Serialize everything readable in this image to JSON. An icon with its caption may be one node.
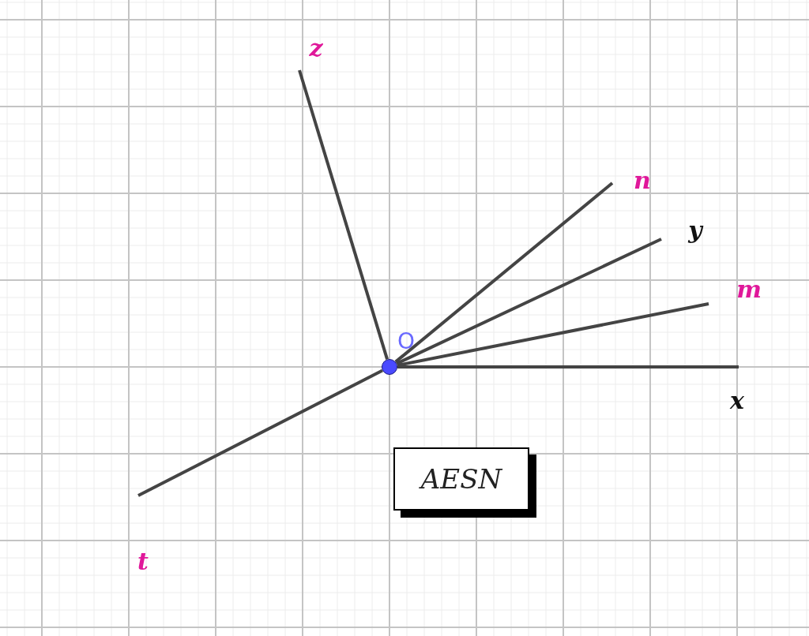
{
  "diagram": {
    "nodes": [
      {
        "text": [],
        "shape": "circle",
        "beside": [
          "O"
        ]
      },
      {
        "text": [
          "x"
        ]
      },
      {
        "text": [
          "m"
        ]
      },
      {
        "text": [
          "y"
        ]
      },
      {
        "text": [
          "n"
        ]
      },
      {
        "text": [
          "z"
        ]
      },
      {
        "text": [
          "t"
        ]
      }
    ],
    "edges": [
      {
        "from": 0,
        "to": 1,
        "arrow": "none"
      },
      {
        "from": 0,
        "to": 2,
        "arrow": "none"
      },
      {
        "from": 0,
        "to": 3,
        "arrow": "none"
      },
      {
        "from": 0,
        "to": 4,
        "arrow": "none"
      },
      {
        "from": 0,
        "to": 5,
        "arrow": "none"
      },
      {
        "from": 0,
        "to": 6,
        "arrow": "none"
      }
    ],
    "labels": [
      "AESN"
    ]
  }
}
